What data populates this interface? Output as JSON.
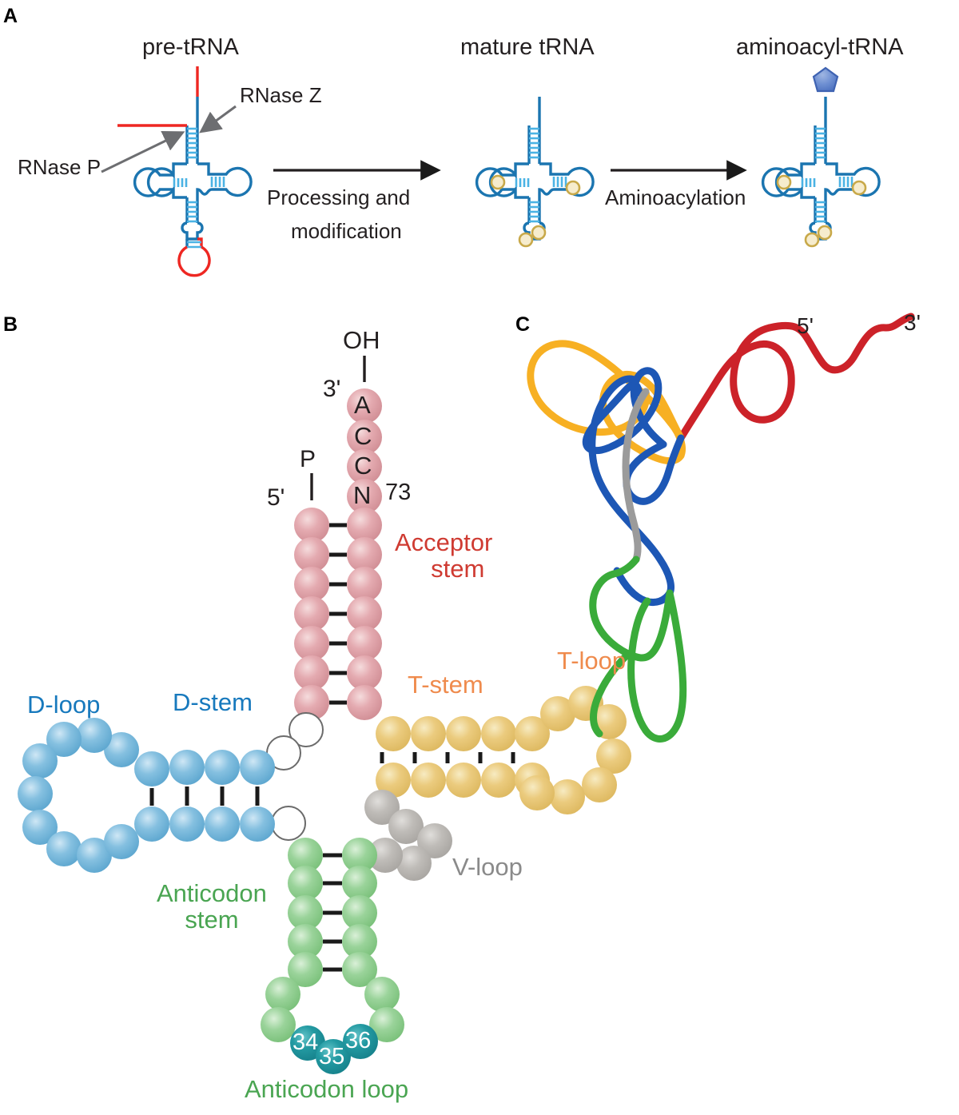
{
  "figure": {
    "panels": [
      {
        "letter": "A",
        "kind": "pathway-schematic"
      },
      {
        "letter": "B",
        "kind": "tRNA-cloverleaf-secondary-structure"
      },
      {
        "letter": "C",
        "kind": "tRNA-tertiary-structure-ribbon"
      }
    ]
  },
  "panel_a": {
    "letter": "A",
    "titles": {
      "pre_trna": "pre-tRNA",
      "mature_trna": "mature tRNA",
      "aminoacyl_trna": "aminoacyl-tRNA"
    },
    "annotations": {
      "rnase_z": "RNase Z",
      "rnase_p": "RNase P",
      "arrow1_line1": "Processing and",
      "arrow1_line2": "modification",
      "arrow2_label": "Aminoacylation"
    },
    "colors": {
      "rna_backbone": "#1b75b0",
      "rna_rungs": "#4bb3e4",
      "trailer_leader": "#ee2722",
      "modification_mark": "#d4af37",
      "amino_acid": "#6f8fd0",
      "arrow": "#58595b"
    }
  },
  "panel_b": {
    "letter": "B",
    "labels": {
      "acceptor_stem": "Acceptor\nstem",
      "acceptor_stem_line1": "Acceptor",
      "acceptor_stem_line2": "stem",
      "d_loop": "D-loop",
      "d_stem": "D-stem",
      "t_stem": "T-stem",
      "t_loop": "T-loop",
      "v_loop": "V-loop",
      "anticodon_stem_line1": "Anticodon",
      "anticodon_stem_line2": "stem",
      "anticodon_loop": "Anticodon loop"
    },
    "terminal_marks": {
      "hydroxyl": "OH",
      "three_prime": "3'",
      "phosphate": "P",
      "five_prime": "5'",
      "discriminator_position": "73"
    },
    "acceptor_end_nucleotides": [
      "A",
      "C",
      "C",
      "N"
    ],
    "anticodon_positions": [
      "34",
      "35",
      "36"
    ],
    "structure_counts": {
      "acceptor_stem_base_pairs": 7,
      "d_stem_base_pairs": 4,
      "t_stem_base_pairs": 5,
      "anticodon_stem_base_pairs": 5,
      "d_loop_beads": 10,
      "t_loop_beads": 7,
      "v_loop_beads": 5,
      "anticodon_loop_beads": 7,
      "junction_open_circles": 3
    },
    "colors": {
      "acceptor": "#dd9aa1",
      "acceptor_label": "#cf3b32",
      "d_arm": "#6fb3da",
      "d_label": "#1779bd",
      "t_arm": "#e8c46d",
      "t_label": "#ef8b4d",
      "v_loop": "#b3b0ac",
      "v_label": "#8a8a8a",
      "anticodon": "#8fce8f",
      "anticodon_label": "#4aa552",
      "anticodon_codon_bead": "#1f9099",
      "bond": "#1a1a1a",
      "open_circle_stroke": "#6b6b6b"
    }
  },
  "panel_c": {
    "letter": "C",
    "labels": {
      "five_prime": "5'",
      "three_prime": "3'"
    },
    "segments": [
      {
        "name": "acceptor-stem",
        "color": "#cc2229"
      },
      {
        "name": "t-arm",
        "color": "#f7b023"
      },
      {
        "name": "d-arm",
        "color": "#1d57b5"
      },
      {
        "name": "v-loop",
        "color": "#9b9b9b"
      },
      {
        "name": "anticodon-arm",
        "color": "#3aab3a"
      }
    ]
  }
}
